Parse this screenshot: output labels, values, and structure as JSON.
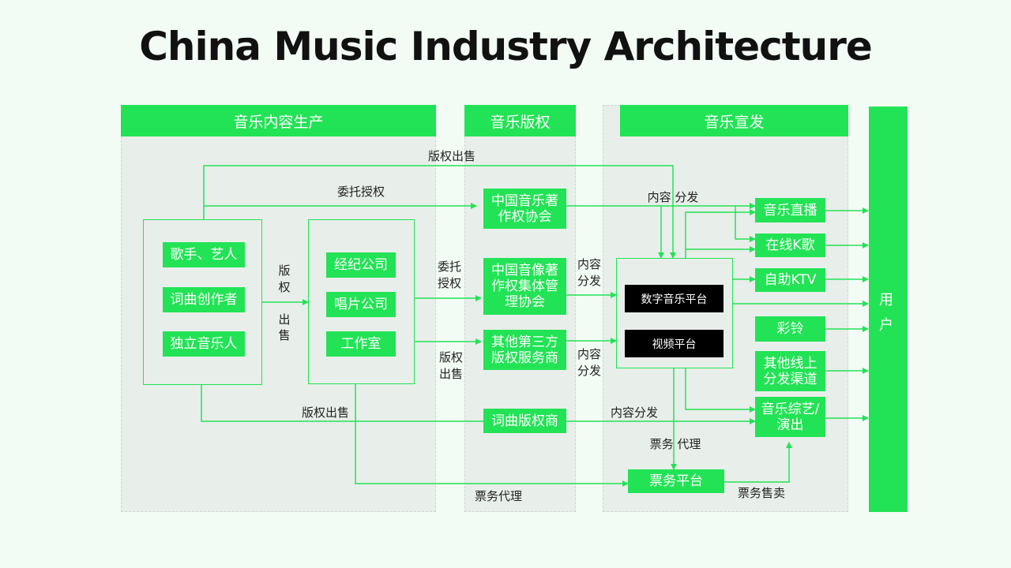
{
  "title": "China Music Industry Architecture",
  "colors": {
    "accent": "#22e355",
    "panel": "#e8eeea",
    "dark": "#000000"
  },
  "sections": {
    "production": "音乐内容生产",
    "copyright": "音乐版权",
    "distribution": "音乐宣发"
  },
  "user": "用户",
  "nodes": {
    "singer": "歌手、艺人",
    "songwriter": "词曲创作者",
    "indie": "独立音乐人",
    "agency": "经纪公司",
    "label": "唱片公司",
    "studio": "工作室",
    "mcsc": "中国音乐著作权协会",
    "cavca": "中国音像著作权集体管理协会",
    "third_party": "其他第三方版权服务商",
    "publisher": "词曲版权商",
    "digital_platform": "数字音乐平台",
    "video_platform": "视频平台",
    "ticketing": "票务平台",
    "live": "音乐直播",
    "karaoke_online": "在线K歌",
    "ktv": "自助KTV",
    "ringtone": "彩铃",
    "other_online": "其他线上分发渠道",
    "variety": "音乐综艺/演出"
  },
  "edge_labels": {
    "copyright_sale_top": "版权出售",
    "entrust_license": "委托授权",
    "copyright_sale_vertical": "版权出售",
    "entrust_license_2": "委托授权",
    "copyright_sale_2": "版权出售",
    "copyright_sale_bottom": "版权出售",
    "content_dist_top": "内容  分发",
    "content_dist_mid": "内容分发",
    "content_dist_mid2": "内容分发",
    "content_dist_bottom": "内容分发",
    "ticket_agent_v": "票务  代理",
    "ticket_agent_bottom": "票务代理",
    "ticket_sale": "票务售卖"
  }
}
